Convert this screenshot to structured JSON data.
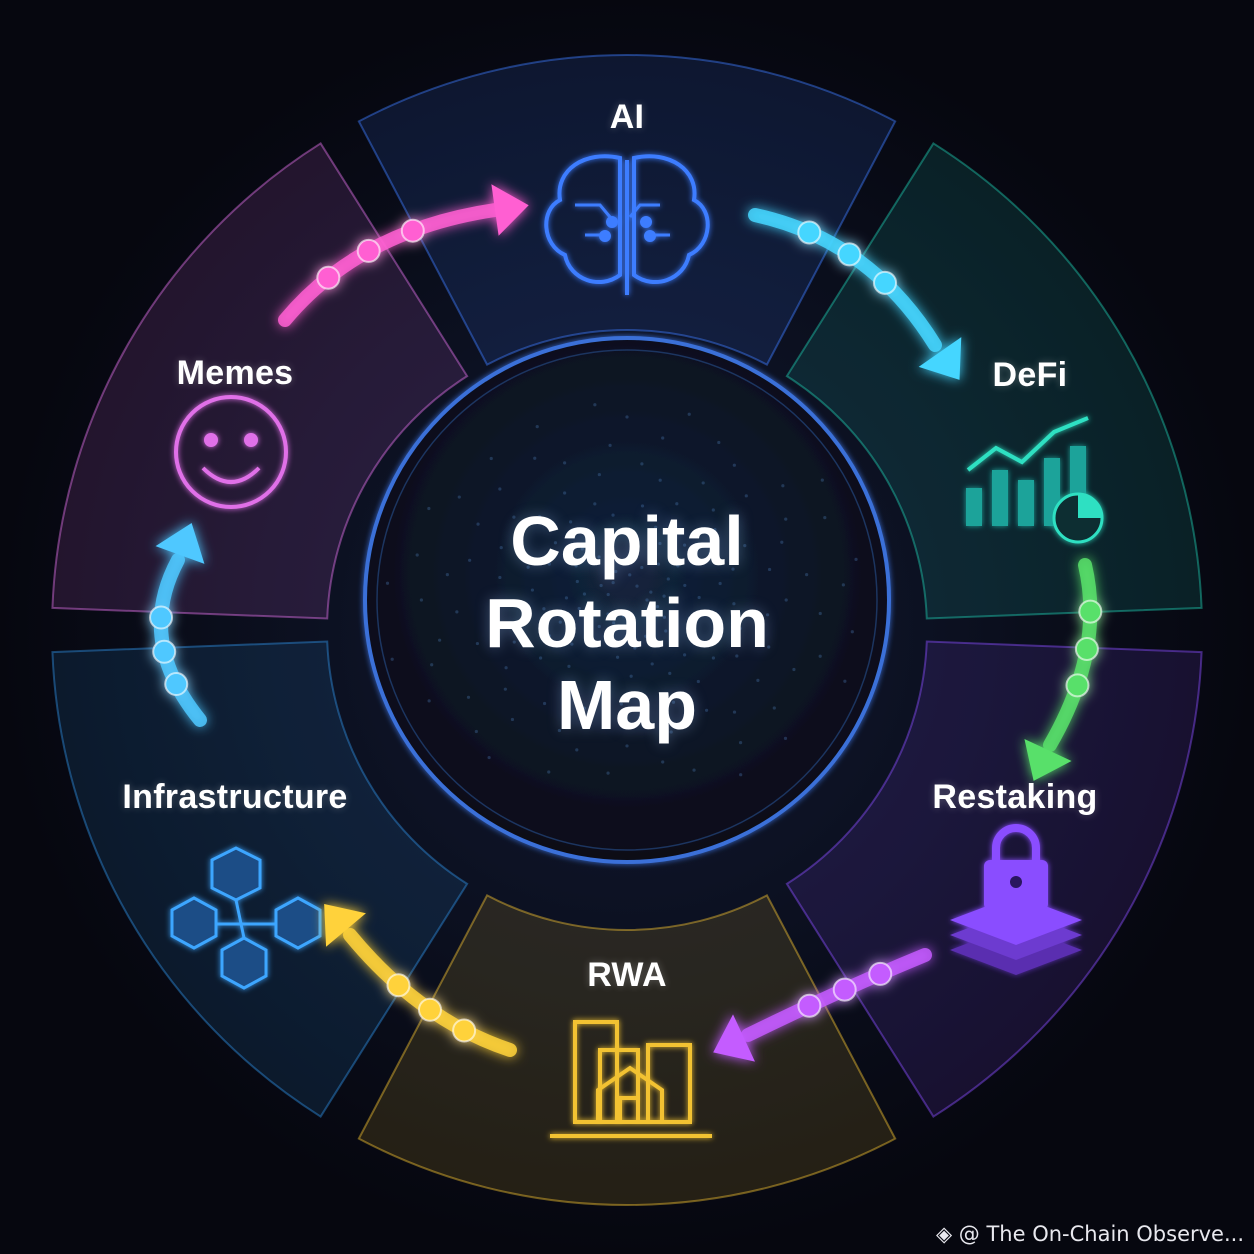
{
  "title_lines": [
    "Capital",
    "Rotation",
    "Map"
  ],
  "segments": [
    {
      "label": "AI",
      "icon": "brain-circuit-icon",
      "color": "#3d7dff"
    },
    {
      "label": "DeFi",
      "icon": "chart-growth-icon",
      "color": "#1ec9b0"
    },
    {
      "label": "Restaking",
      "icon": "lock-stack-icon",
      "color": "#8a4dff"
    },
    {
      "label": "RWA",
      "icon": "buildings-icon",
      "color": "#f2c230"
    },
    {
      "label": "Infrastructure",
      "icon": "blocks-network-icon",
      "color": "#2f8fe0"
    },
    {
      "label": "Memes",
      "icon": "smiley-icon",
      "color": "#e070e8"
    }
  ],
  "flows": [
    {
      "from": "Memes",
      "to": "AI",
      "color": "#ff5fd2"
    },
    {
      "from": "AI",
      "to": "DeFi",
      "color": "#45d6ff"
    },
    {
      "from": "DeFi",
      "to": "Restaking",
      "color": "#58e06a"
    },
    {
      "from": "Restaking",
      "to": "RWA",
      "color": "#c45bff"
    },
    {
      "from": "RWA",
      "to": "Infrastructure",
      "color": "#ffd23a"
    },
    {
      "from": "Infrastructure",
      "to": "Memes",
      "color": "#4fc8ff"
    }
  ],
  "watermark": "@ The On-Chain Observe..."
}
